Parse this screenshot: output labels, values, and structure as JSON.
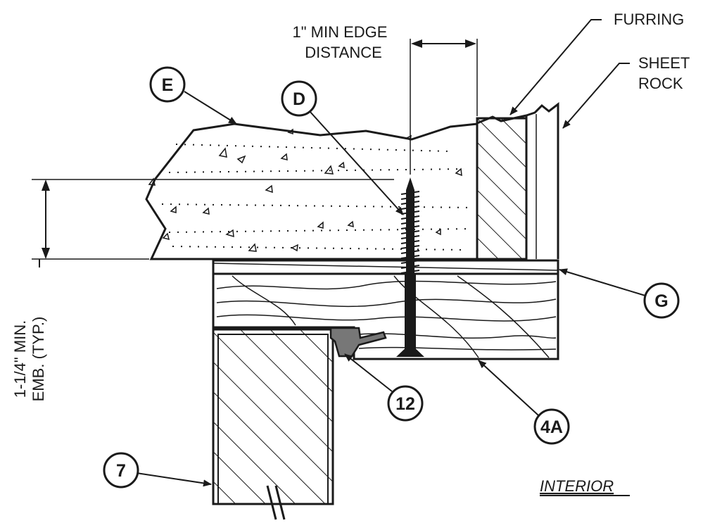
{
  "labels": {
    "edge_distance_1": "1\" MIN EDGE",
    "edge_distance_2": "DISTANCE",
    "furring": "FURRING",
    "sheet_rock_1": "SHEET",
    "sheet_rock_2": "ROCK",
    "embedment_1": "1-1/4\" MIN.",
    "embedment_2": "EMB. (TYP.)",
    "interior": "INTERIOR"
  },
  "callouts": {
    "e": "E",
    "d": "D",
    "g": "G",
    "twelve": "12",
    "four_a": "4A",
    "seven": "7"
  },
  "colors": {
    "line": "#1a1a1a",
    "paper": "#ffffff"
  }
}
